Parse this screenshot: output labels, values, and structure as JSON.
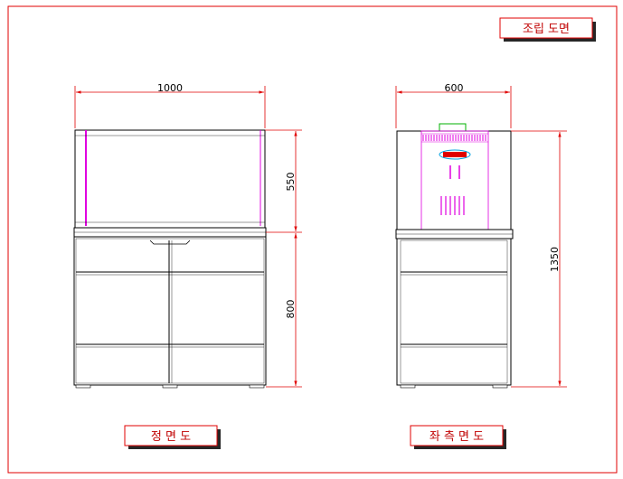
{
  "title_label": "조립 도면",
  "views": {
    "front": {
      "label": "정 면 도"
    },
    "side": {
      "label": "좌 측 면 도"
    }
  },
  "dimensions": {
    "front_width": "1000",
    "tank_height": "550",
    "cabinet_height": "800",
    "side_depth": "600",
    "total_height": "1350"
  },
  "colors": {
    "frame": "#e00000",
    "dim_line": "#e00000",
    "outline": "#000000",
    "accent": "#e000e0",
    "lid": "#00b000"
  }
}
